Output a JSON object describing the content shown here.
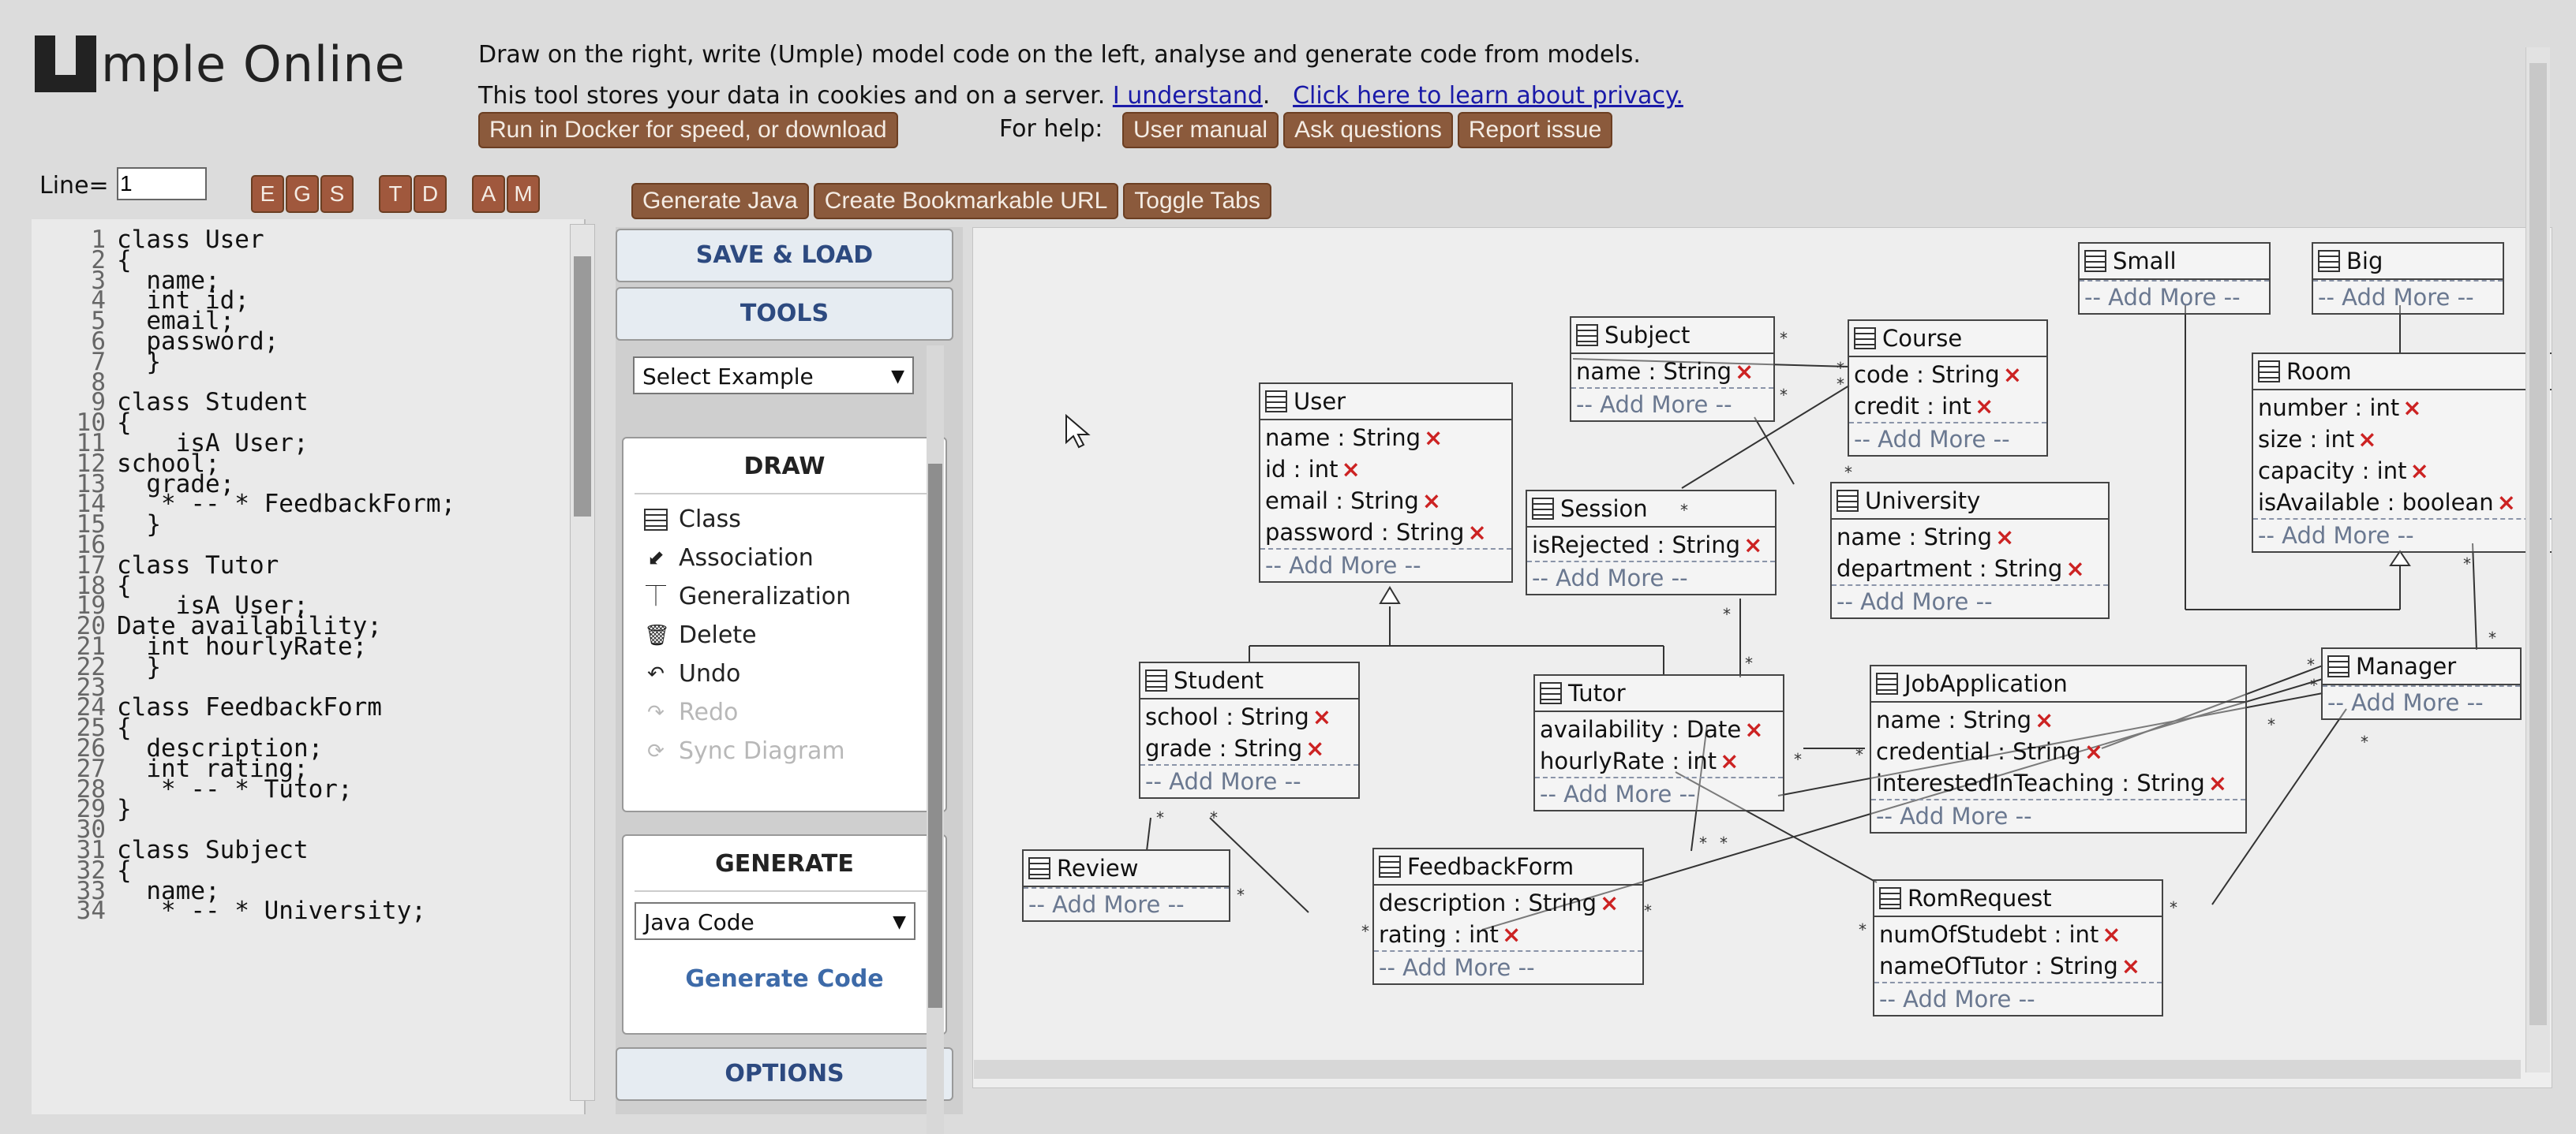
{
  "header": {
    "logo_text": "mple Online",
    "line1": "Draw on the right, write (Umple) model code on the left, analyse and generate code from models.",
    "line2_text": "This tool stores your data in cookies and on a server.",
    "line2_link1": "I understand",
    "line2_sep": ".",
    "line2_link2": "Click here to learn about privacy.",
    "docker_button": "Run in Docker for speed, or download",
    "help_label": "For help:",
    "help_buttons": [
      "User manual",
      "Ask questions",
      "Report issue"
    ]
  },
  "toolbar": {
    "line_label": "Line=",
    "line_value": "1",
    "letter_buttons": [
      "E",
      "G",
      "S",
      "T",
      "D",
      "A",
      "M"
    ],
    "generate_java": "Generate Java",
    "bookmark": "Create Bookmarkable URL",
    "toggle_tabs": "Toggle Tabs"
  },
  "editor": {
    "line_numbers": "1\n2\n3\n4\n5\n6\n7\n8\n9\n10\n11\n12\n13\n14\n15\n16\n17\n18\n19\n20\n21\n22\n23\n24\n25\n26\n27\n28\n29\n30\n31\n32\n33\n34",
    "code": "class User\n{\n  name;\n  int id;\n  email;\n  password;\n  }\n\nclass Student\n{\n    isA User;\nschool;\n  grade;\n   * -- * FeedbackForm;\n  }\n\nclass Tutor\n{\n    isA User;\nDate availability;\n  int hourlyRate;\n  }\n\nclass FeedbackForm\n{\n  description;\n  int rating;\n   * -- * Tutor;\n}\n\nclass Subject\n{\n  name;\n   * -- * University;"
  },
  "palette": {
    "save_load": "SAVE & LOAD",
    "tools": "TOOLS",
    "select_example": "Select Example",
    "draw_title": "DRAW",
    "draw_items": [
      {
        "icon": "class-icon",
        "label": "Class"
      },
      {
        "icon": "association-icon",
        "label": "Association"
      },
      {
        "icon": "generalization-icon",
        "label": "Generalization"
      },
      {
        "icon": "trash-icon",
        "label": "Delete"
      },
      {
        "icon": "undo-icon",
        "label": "Undo"
      },
      {
        "icon": "redo-icon",
        "label": "Redo"
      },
      {
        "icon": "sync-icon",
        "label": "Sync Diagram"
      }
    ],
    "generate_title": "GENERATE",
    "generate_select": "Java Code",
    "generate_code": "Generate Code",
    "options": "OPTIONS"
  },
  "diagram": {
    "add_more": "-- Add More --",
    "classes": [
      {
        "id": "small",
        "name": "Small",
        "attrs": []
      },
      {
        "id": "big",
        "name": "Big",
        "attrs": []
      },
      {
        "id": "subject",
        "name": "Subject",
        "attrs": [
          "name : String"
        ]
      },
      {
        "id": "course",
        "name": "Course",
        "attrs": [
          "code : String",
          "credit : int"
        ]
      },
      {
        "id": "room",
        "name": "Room",
        "attrs": [
          "number : int",
          "size : int",
          "capacity : int",
          "isAvailable : boolean"
        ]
      },
      {
        "id": "user",
        "name": "User",
        "attrs": [
          "name : String",
          "id : int",
          "email : String",
          "password : String"
        ]
      },
      {
        "id": "session",
        "name": "Session",
        "attrs": [
          "isRejected : String"
        ]
      },
      {
        "id": "university",
        "name": "University",
        "attrs": [
          "name : String",
          "department : String"
        ]
      },
      {
        "id": "student",
        "name": "Student",
        "attrs": [
          "school : String",
          "grade : String"
        ]
      },
      {
        "id": "tutor",
        "name": "Tutor",
        "attrs": [
          "availability : Date",
          "hourlyRate : int"
        ]
      },
      {
        "id": "jobapplication",
        "name": "JobApplication",
        "attrs": [
          "name : String",
          "credential : String",
          "interestedInTeaching : String"
        ]
      },
      {
        "id": "manager",
        "name": "Manager",
        "attrs": []
      },
      {
        "id": "review",
        "name": "Review",
        "attrs": []
      },
      {
        "id": "feedbackform",
        "name": "FeedbackForm",
        "attrs": [
          "description : String",
          "rating : int"
        ]
      },
      {
        "id": "romrequest",
        "name": "RomRequest",
        "attrs": [
          "numOfStudebt : int",
          "nameOfTutor : String"
        ]
      }
    ],
    "multiplicity": "*"
  }
}
